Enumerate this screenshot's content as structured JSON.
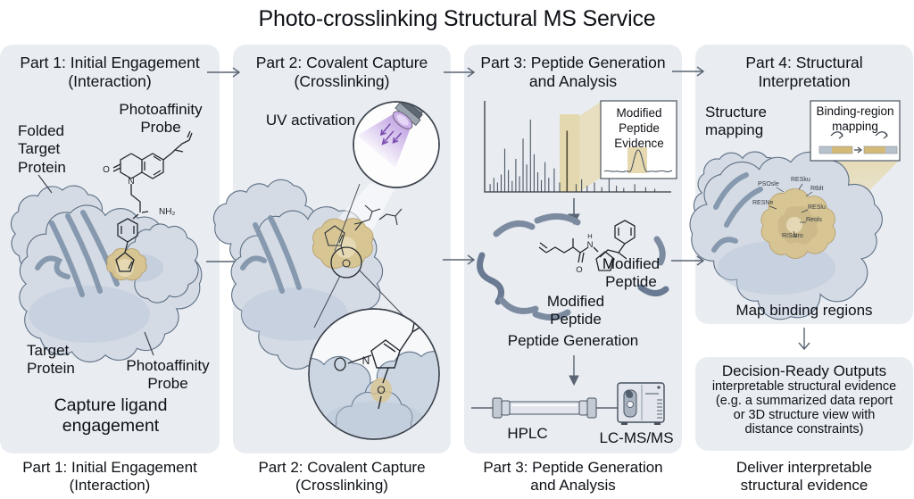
{
  "title": "Photo-crosslinking Structural MS Service",
  "panels": [
    {
      "id": "part1",
      "header": "Part 1: Initial Engagement\n(Interaction)",
      "caption": "Part 1: Initial Engagement\n(Interaction)",
      "labels": {
        "folded_target_protein": "Folded\nTarget\nProtein",
        "photoaffinity_probe_top": "Photoaffinity\nProbe",
        "target_protein": "Target\nProtein",
        "photoaffinity_probe_bottom": "Photoaffinity\nProbe",
        "capture_engagement": "Capture ligand\nengagement"
      },
      "atoms": {
        "o1": "O",
        "n1": "N",
        "nh2": "NH₂"
      }
    },
    {
      "id": "part2",
      "header": "Part 2: Covalent Capture\n(Crosslinking)",
      "caption": "Part 2: Covalent Capture\n(Crosslinking)",
      "labels": {
        "uv_activation": "UV activation"
      },
      "atoms": {
        "n": "N",
        "o": "O"
      }
    },
    {
      "id": "part3",
      "header": "Part 3: Peptide Generation\nand Analysis",
      "caption": "Part 3: Peptide Generation\nand Analysis",
      "labels": {
        "inset_evidence": "Modified\nPeptide\nEvidence",
        "modified_peptide_right": "Modified\nPeptide",
        "modified_peptide_mid": "Modified\nPeptide",
        "peptide_generation": "Peptide Generation",
        "hplc": "HPLC",
        "lcmsms": "LC-MS/MS"
      },
      "atoms": {
        "h": "H",
        "n": "N",
        "o": "O"
      },
      "spectrum": {
        "type": "line",
        "peaks": [
          [
            0.03,
            0.1
          ],
          [
            0.05,
            0.18
          ],
          [
            0.07,
            0.12
          ],
          [
            0.09,
            0.22
          ],
          [
            0.11,
            0.55
          ],
          [
            0.13,
            0.28
          ],
          [
            0.15,
            0.14
          ],
          [
            0.17,
            0.42
          ],
          [
            0.19,
            0.2
          ],
          [
            0.21,
            0.68
          ],
          [
            0.23,
            0.35
          ],
          [
            0.25,
            0.92
          ],
          [
            0.27,
            0.48
          ],
          [
            0.29,
            0.25
          ],
          [
            0.31,
            0.15
          ],
          [
            0.33,
            0.38
          ],
          [
            0.35,
            0.18
          ],
          [
            0.38,
            0.3
          ],
          [
            0.41,
            0.12
          ],
          [
            0.45,
            0.78
          ],
          [
            0.5,
            0.1
          ],
          [
            0.53,
            0.16
          ],
          [
            0.56,
            0.08
          ],
          [
            0.6,
            0.12
          ],
          [
            0.64,
            0.06
          ],
          [
            0.68,
            0.18
          ],
          [
            0.72,
            0.08
          ],
          [
            0.76,
            0.05
          ],
          [
            0.82,
            0.1
          ],
          [
            0.88,
            0.06
          ],
          [
            0.93,
            0.04
          ]
        ],
        "highlight_index": 19
      }
    },
    {
      "id": "part4",
      "header": "Part 4: Structural\nInterpretation",
      "caption": "Deliver interpretable\nstructural evidence",
      "labels": {
        "structure_mapping": "Structure\nmapping",
        "binding_region_inset": "Binding-region\nmapping",
        "map_binding_regions": "Map binding regions"
      },
      "residues": [
        "PSOsle",
        "RESku",
        "Rtblt",
        "RESNe",
        "RESlu",
        "Reols",
        "RISátro"
      ],
      "decision_box": {
        "title": "Decision-Ready Outputs",
        "lines": [
          "interpretable structural evidence",
          "(e.g. a summarized data report",
          "or 3D structure view with",
          "distance constraints)"
        ]
      }
    }
  ],
  "colors": {
    "panel_bg": "#e9edf2",
    "protein_fill": "#d4dbe5",
    "protein_outline": "#5d6f83",
    "highlight_tan": "#d8c490",
    "uv_purple": "#9460ce",
    "arrow": "#5a6472",
    "text": "#0e1116"
  }
}
